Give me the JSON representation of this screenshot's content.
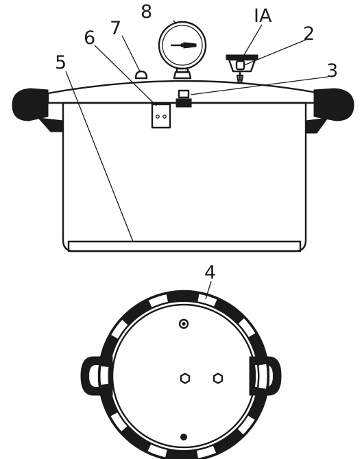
{
  "figure": {
    "ink_color": "#1a1a1a",
    "paper_color": "#ffffff",
    "views": [
      "side-view",
      "top-view"
    ]
  },
  "callouts": [
    {
      "id": "c8",
      "text": "8",
      "part_icon": "pressure-gauge-icon"
    },
    {
      "id": "c7",
      "text": "7",
      "part_icon": "overpressure-plug-icon"
    },
    {
      "id": "c6",
      "text": "6",
      "part_icon": "lid-lock-bracket-icon"
    },
    {
      "id": "c5",
      "text": "5",
      "part_icon": "canning-rack-icon"
    },
    {
      "id": "c1a",
      "text": "IA",
      "part_icon": "pressure-regulator-weight-icon"
    },
    {
      "id": "c2",
      "text": "2",
      "part_icon": "vent-pipe-icon"
    },
    {
      "id": "c3",
      "text": "3",
      "part_icon": "air-vent-icon"
    },
    {
      "id": "c4",
      "text": "4",
      "part_icon": "sealing-ring-icon"
    }
  ]
}
